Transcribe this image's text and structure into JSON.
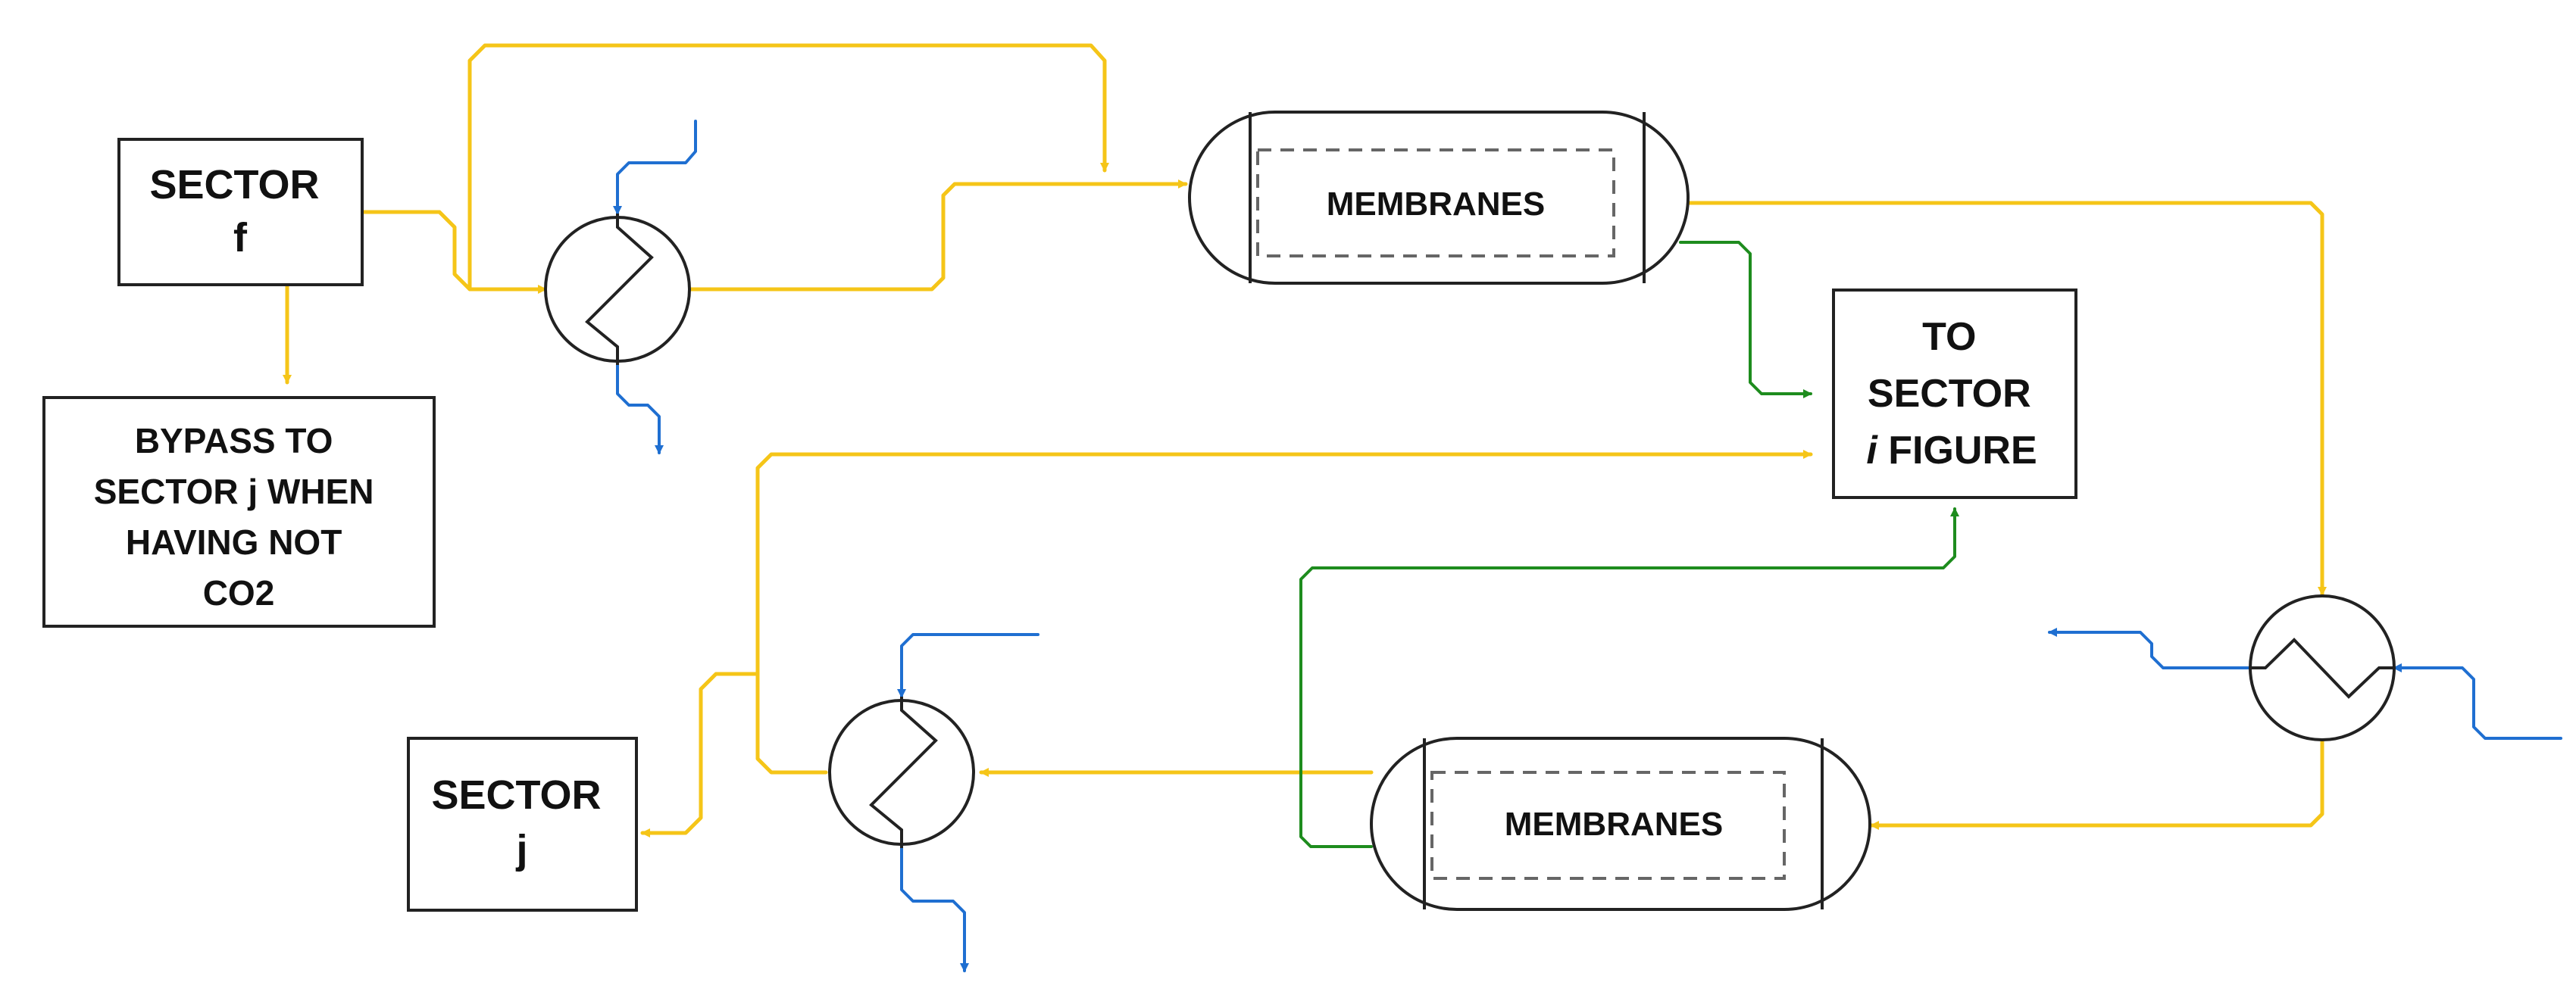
{
  "boxes": {
    "sector_f": {
      "line1": "SECTOR",
      "line2": "f"
    },
    "bypass": {
      "line1": "BYPASS TO",
      "line2": "SECTOR j WHEN",
      "line3": "HAVING NOT",
      "line4": "CO2"
    },
    "to_sector": {
      "line1": "TO",
      "line2": "SECTOR",
      "line3_italic": "i",
      "line3_rest": " FIGURE"
    },
    "sector_j": {
      "line1": "SECTOR",
      "line2": "j"
    }
  },
  "membranes": {
    "top_label": "MEMBRANES",
    "bottom_label": "MEMBRANES"
  },
  "colors": {
    "gas_stream": "#F5C518",
    "permeate_stream": "#1E8C1E",
    "cooling_water": "#1F6FD1",
    "outline": "#222222",
    "dashed": "#666666"
  }
}
